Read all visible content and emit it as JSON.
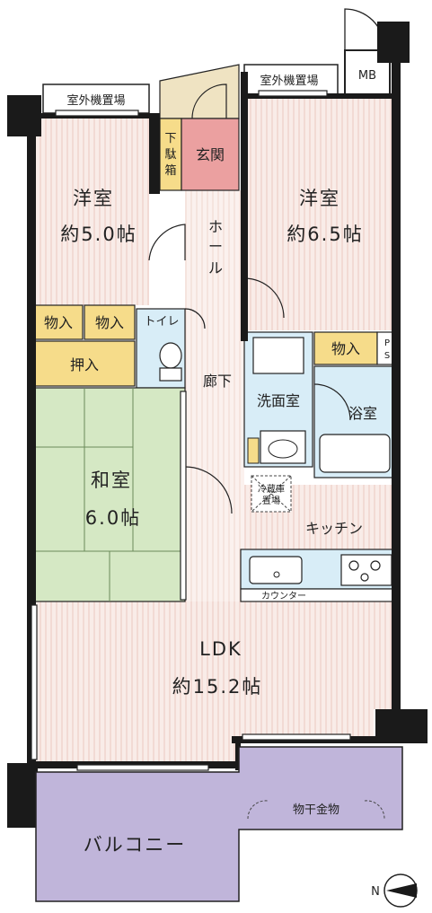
{
  "rooms": {
    "western_left": {
      "name": "洋室",
      "size": "約5.0帖"
    },
    "western_right": {
      "name": "洋室",
      "size": "約6.5帖"
    },
    "japanese": {
      "name": "和室",
      "size": "6.0帖"
    },
    "ldk": {
      "name": "LDK",
      "size": "約15.2帖"
    }
  },
  "labels": {
    "outdoor_unit_left": "室外機置場",
    "outdoor_unit_right": "室外機置場",
    "mb": "MB",
    "shoe_box": [
      "下",
      "駄",
      "箱"
    ],
    "entrance": "玄関",
    "hall": [
      "ホ",
      "ー",
      "ル"
    ],
    "storage_1": "物入",
    "storage_2": "物入",
    "storage_3": "物入",
    "closet": "押入",
    "toilet": "トイレ",
    "corridor": "廊下",
    "washroom": "洗面室",
    "bathroom": "浴室",
    "ps": [
      "P",
      "S"
    ],
    "fridge": [
      "冷蔵庫",
      "置場"
    ],
    "kitchen": "キッチン",
    "counter": "カウンター",
    "balcony": "バルコニー",
    "drying_hardware": "物干金物",
    "compass_n": "N"
  },
  "colors": {
    "wall": "#1a1a1a",
    "floor_pink": "#f9ece8",
    "floor_line": "#ecc8c0",
    "tatami": "#d5e8c4",
    "storage": "#f6dc8a",
    "entrance": "#eba0a0",
    "wet": "#d8edf7",
    "balcony": "#c0b5da",
    "corridor": "#fbf1ee"
  }
}
